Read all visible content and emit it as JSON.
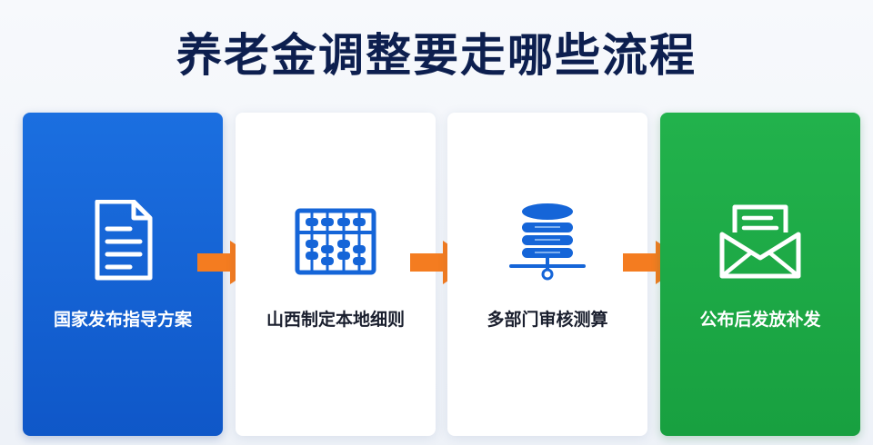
{
  "title": "养老金调整要走哪些流程",
  "steps": [
    {
      "label": "国家发布指导方案",
      "icon": "document-icon"
    },
    {
      "label": "山西制定本地细则",
      "icon": "abacus-icon"
    },
    {
      "label": "多部门审核测算",
      "icon": "database-icon"
    },
    {
      "label": "公布后发放补发",
      "icon": "envelope-icon"
    }
  ],
  "colors": {
    "blue": "#1565d8",
    "green": "#1ea845",
    "arrow": "#f47c20",
    "title": "#0d1f4f"
  }
}
